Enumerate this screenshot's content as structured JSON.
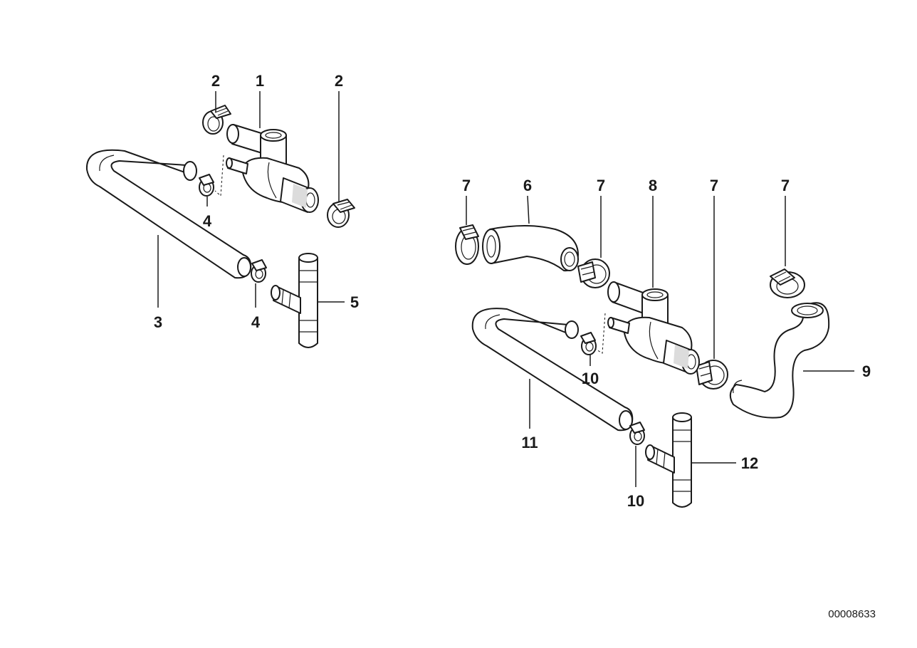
{
  "diagram": {
    "callouts": {
      "c1": "1",
      "c2a": "2",
      "c2b": "2",
      "c3": "3",
      "c4a": "4",
      "c4b": "4",
      "c5": "5",
      "c6": "6",
      "c7a": "7",
      "c7b": "7",
      "c7c": "7",
      "c7d": "7",
      "c8": "8",
      "c9": "9",
      "c10a": "10",
      "c10b": "10",
      "c11": "11",
      "c12": "12"
    },
    "figure_code": "00008633"
  }
}
